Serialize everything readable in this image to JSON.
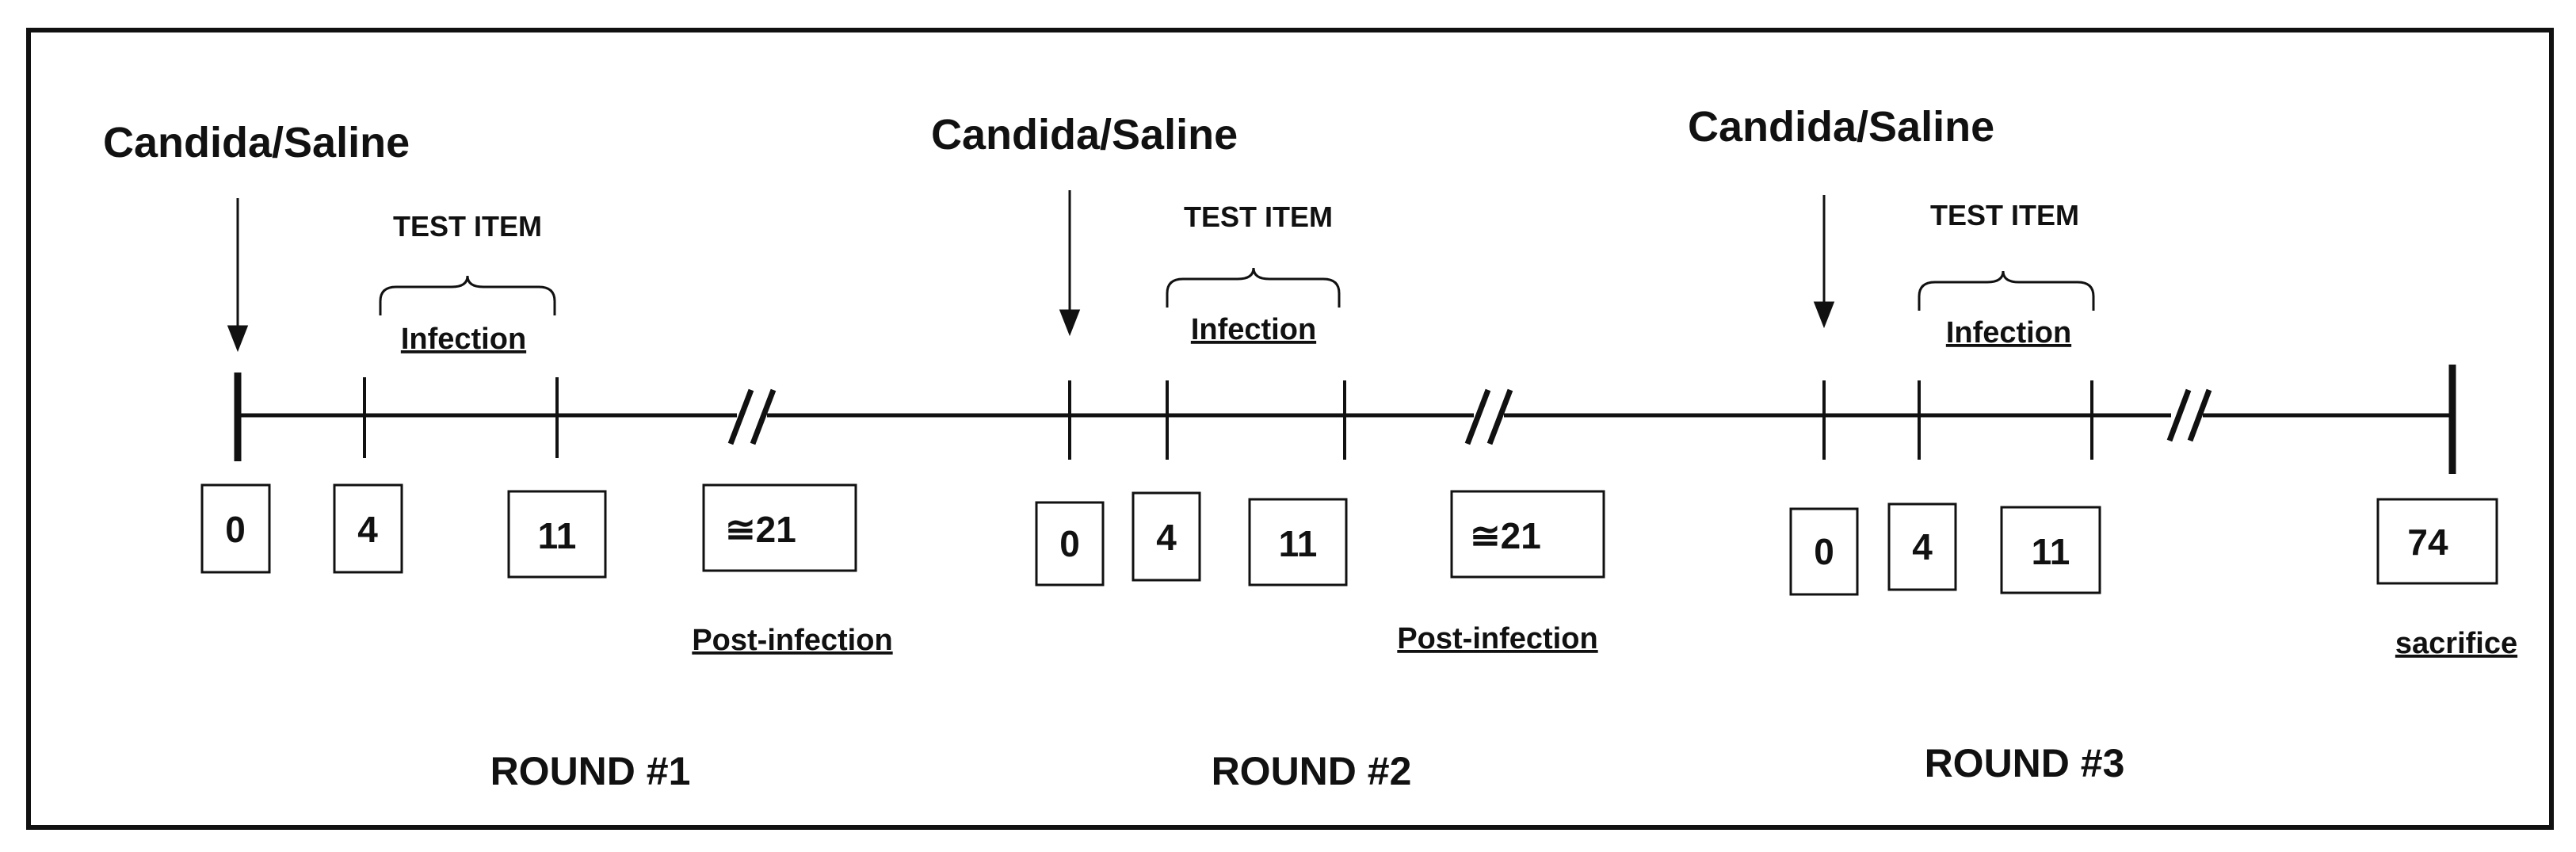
{
  "rounds": [
    {
      "title": "ROUND #1",
      "injection_label": "Candida/Saline",
      "treatment_label": "TEST ITEM",
      "treatment_period_label": "Infection",
      "days": [
        "0",
        "4",
        "11",
        "≅21"
      ],
      "end_label": "Post-infection"
    },
    {
      "title": "ROUND #2",
      "injection_label": "Candida/Saline",
      "treatment_label": "TEST ITEM",
      "treatment_period_label": "Infection",
      "days": [
        "0",
        "4",
        "11",
        "≅21"
      ],
      "end_label": "Post-infection"
    },
    {
      "title": "ROUND #3",
      "injection_label": "Candida/Saline",
      "treatment_label": "TEST ITEM",
      "treatment_period_label": "Infection",
      "days": [
        "0",
        "4",
        "11",
        "74"
      ],
      "end_label": "sacrifice"
    }
  ]
}
